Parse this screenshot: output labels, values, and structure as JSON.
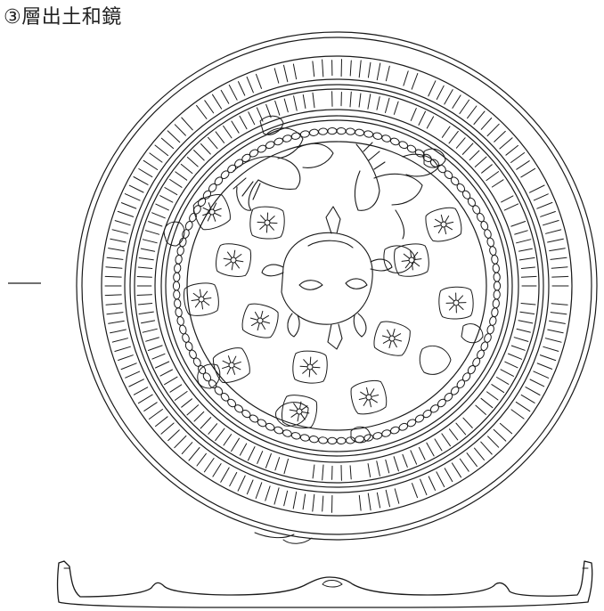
{
  "caption": "③層出土和鏡",
  "colors": {
    "line": "#1a1a1a",
    "background": "#ffffff"
  },
  "figure": {
    "plan_view": "mirror-back-line-drawing",
    "section_view": "mirror-cross-section"
  }
}
